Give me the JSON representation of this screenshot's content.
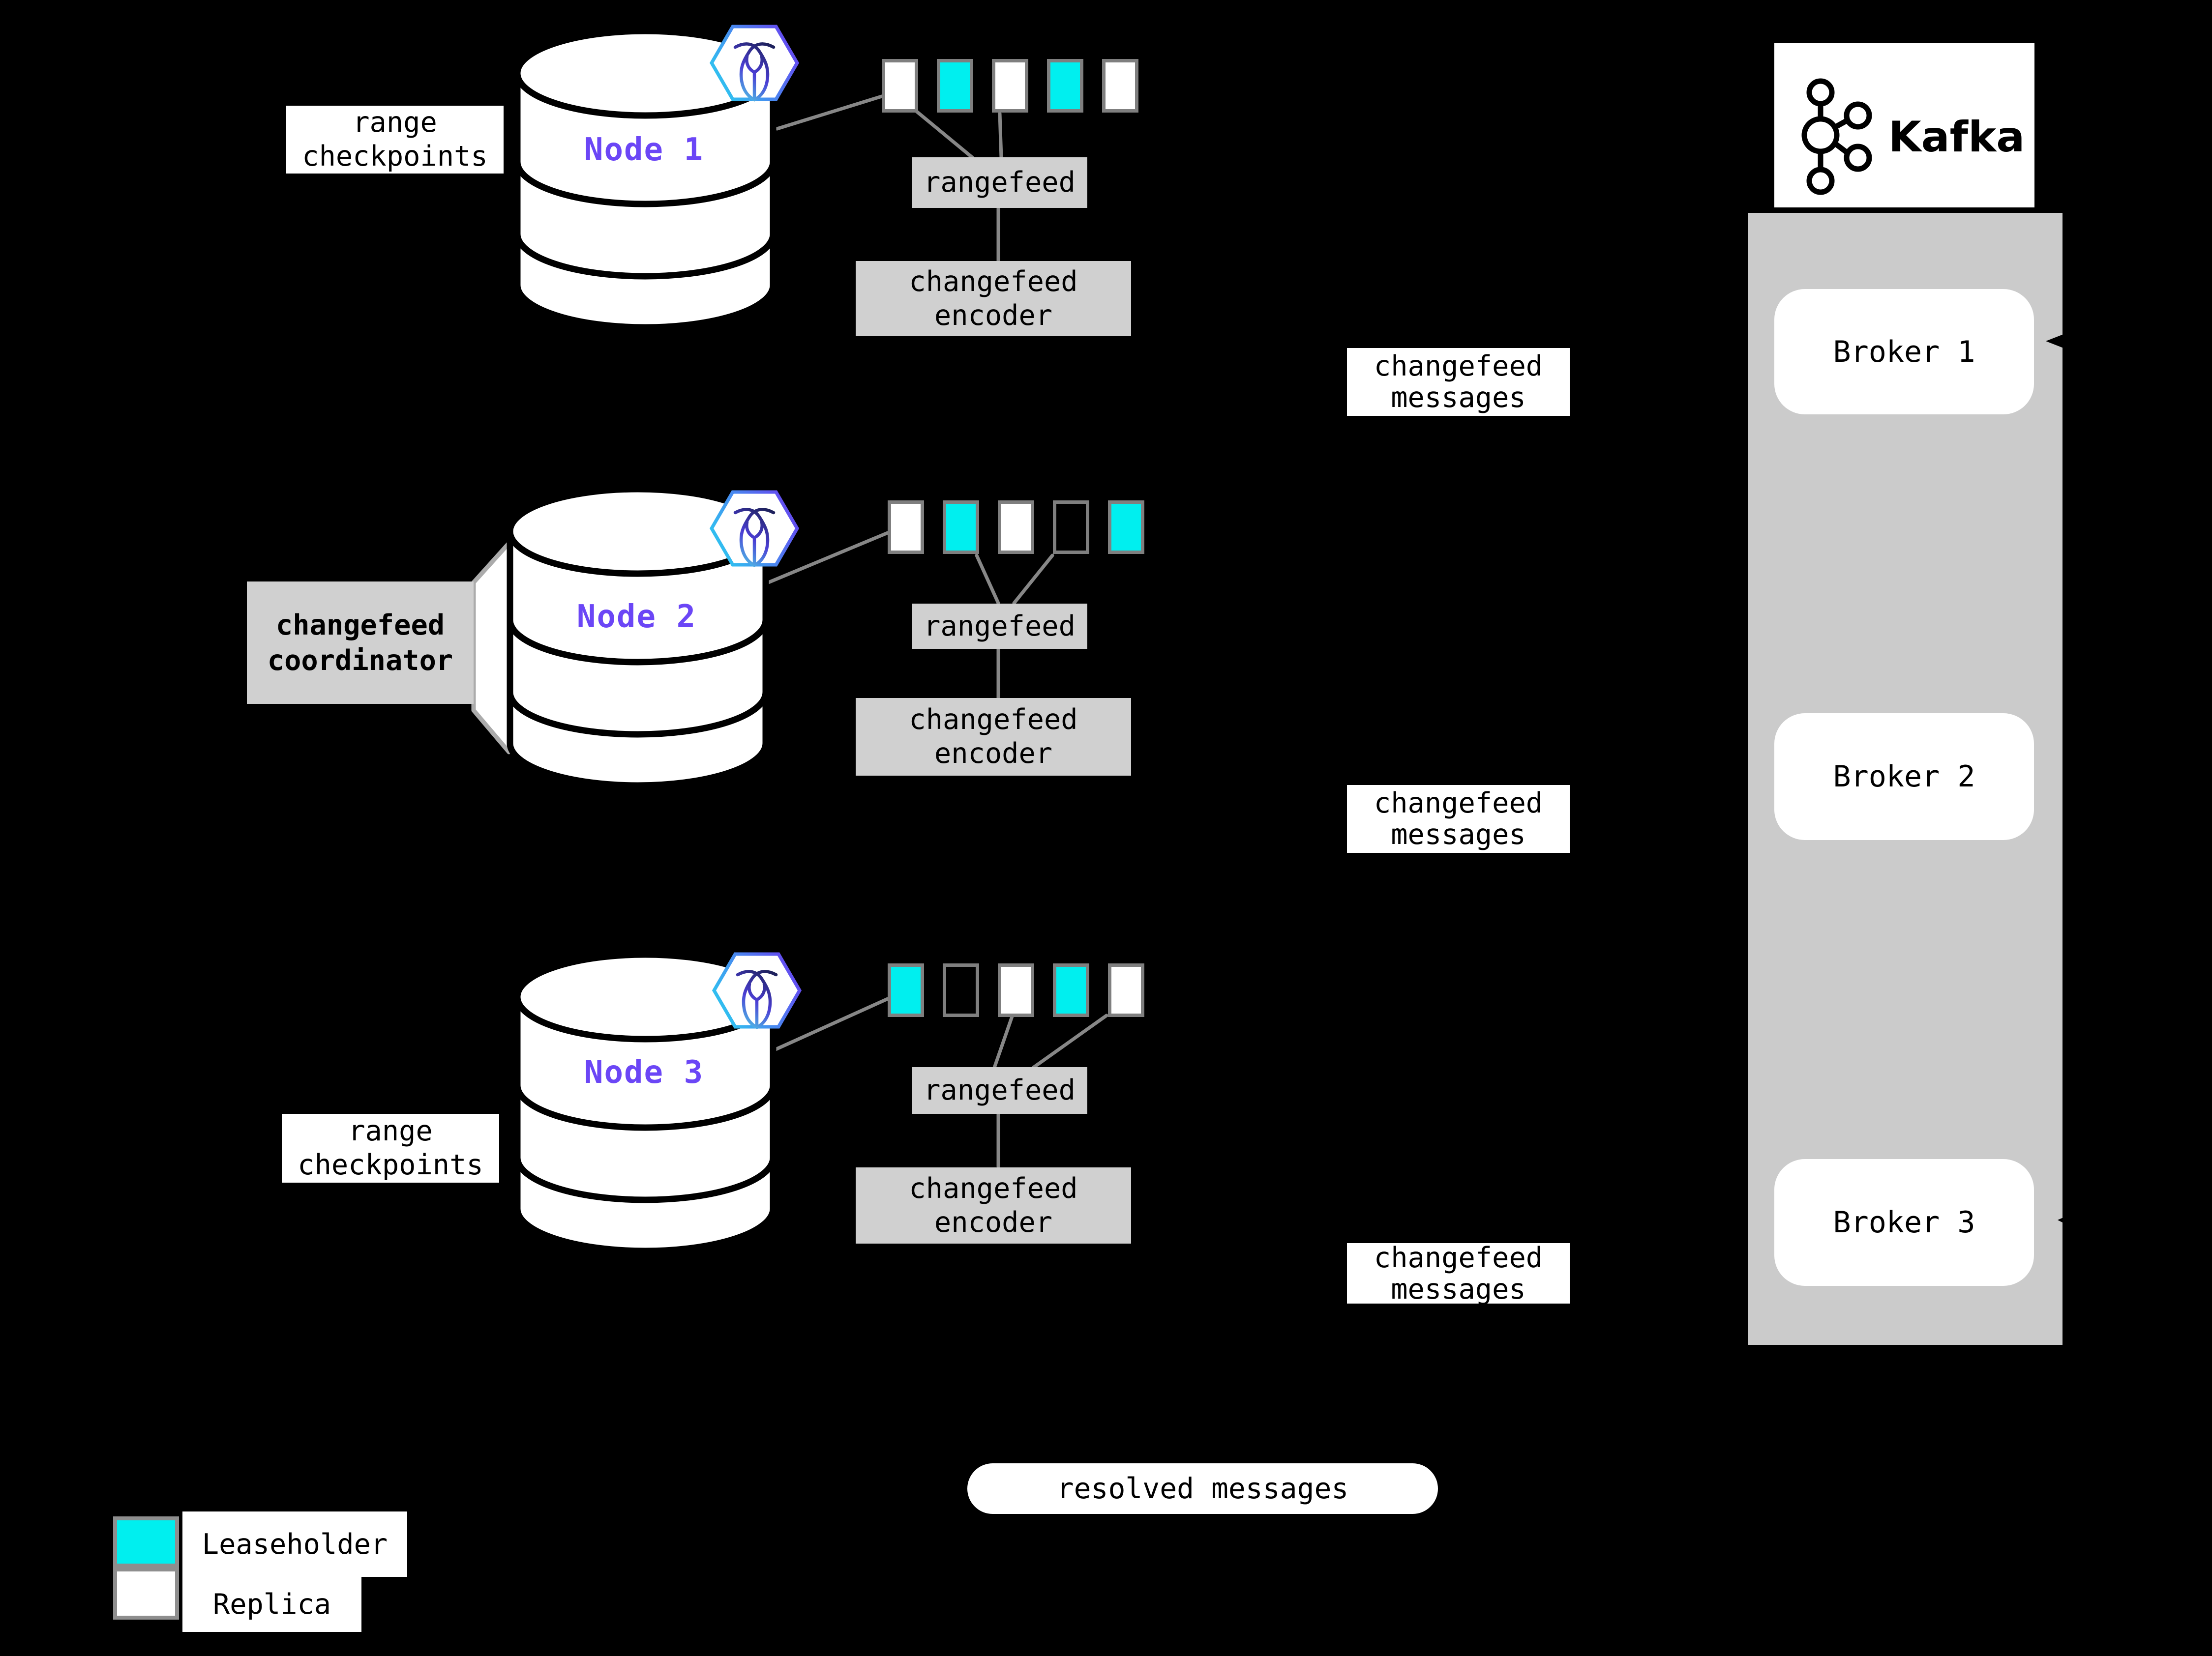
{
  "colors": {
    "leaseholder": "#00EFEF",
    "replica": "#FFFFFF",
    "node_accent": "#6B46F6",
    "panel": "#CBCBCB",
    "box_gray": "#D0D0D0"
  },
  "nodes": [
    {
      "name": "Node 1",
      "side_label": "range\ncheckpoints",
      "ranges": [
        "replica",
        "leaseholder",
        "replica",
        "leaseholder",
        "replica"
      ],
      "rangefeed_label": "rangefeed",
      "encoder_label": "changefeed\nencoder",
      "messages_label": "changefeed\nmessages"
    },
    {
      "name": "Node 2",
      "side_label": "changefeed\ncoordinator",
      "ranges": [
        "replica",
        "leaseholder",
        "replica",
        "empty",
        "leaseholder"
      ],
      "rangefeed_label": "rangefeed",
      "encoder_label": "changefeed\nencoder",
      "messages_label": "changefeed\nmessages"
    },
    {
      "name": "Node 3",
      "side_label": "range\ncheckpoints",
      "ranges": [
        "leaseholder",
        "empty",
        "replica",
        "leaseholder",
        "replica"
      ],
      "rangefeed_label": "rangefeed",
      "encoder_label": "changefeed\nencoder",
      "messages_label": "changefeed\nmessages"
    }
  ],
  "kafka": {
    "logo_text": "Kafka",
    "brokers": [
      {
        "label": "Broker 1"
      },
      {
        "label": "Broker 2"
      },
      {
        "label": "Broker 3"
      }
    ]
  },
  "resolved_label": "resolved messages",
  "legend": {
    "items": [
      {
        "label": "Leaseholder",
        "type": "leaseholder"
      },
      {
        "label": "Replica",
        "type": "replica"
      }
    ]
  }
}
